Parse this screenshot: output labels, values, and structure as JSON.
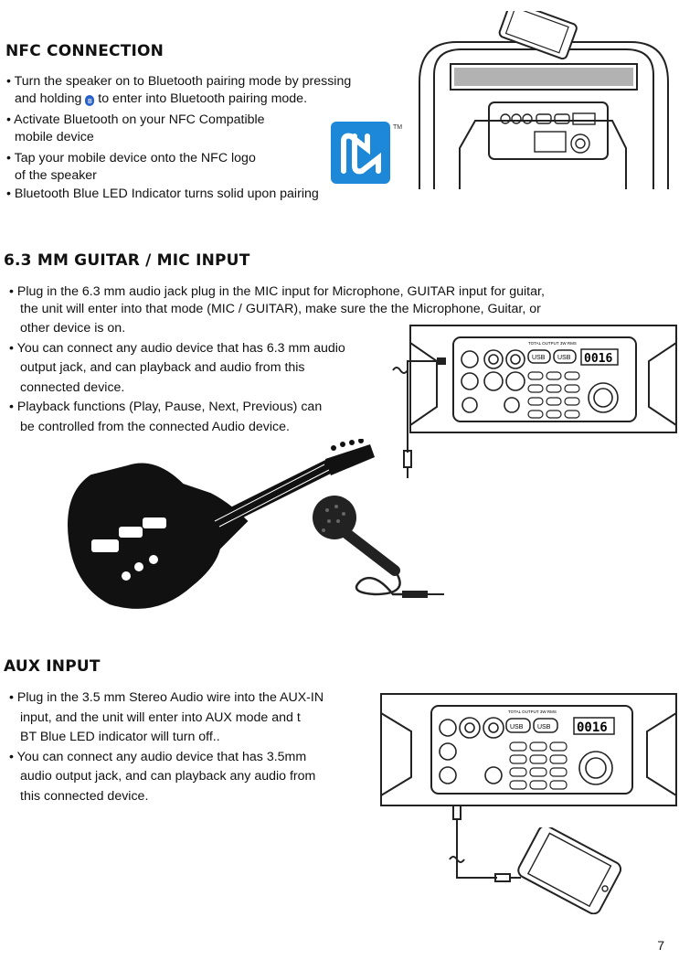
{
  "nfc": {
    "heading": "NFC CONNECTION",
    "b1a": "Turn the speaker on to Bluetooth pairing mode by pressing",
    "b1b": "and holding",
    "b1c": "to enter into Bluetooth pairing mode.",
    "b2a": "Activate Bluetooth on your NFC Compatible",
    "b2b": "mobile device",
    "b3a": "Tap your mobile device onto the NFC logo",
    "b3b": "of the speaker",
    "b4": "Bluetooth Blue LED Indicator turns solid upon pairing",
    "tm": "TM"
  },
  "guitar": {
    "heading": "6.3 MM GUITAR / MIC INPUT",
    "l1": "Plug in the 6.3 mm audio jack plug in the MIC input for Microphone, GUITAR  input for guitar,",
    "l2": "the unit will enter into that mode (MIC / GUITAR), make sure the the Microphone, Guitar, or",
    "l3": "other device is on.",
    "l4": "You can connect any audio device that has 6.3 mm audio",
    "l5": "output jack, and can playback and audio from this",
    "l6": "connected device.",
    "l7": "Playback functions (Play, Pause, Next, Previous) can",
    "l8": "be controlled from the connected Audio device."
  },
  "aux": {
    "heading": "AUX INPUT",
    "l1": "Plug in the 3.5 mm Stereo Audio wire into the AUX-IN",
    "l2": "input, and the unit will enter into AUX mode and t",
    "l3": "BT Blue LED indicator will turn off..",
    "l4": "You can connect any audio device that has 3.5mm",
    "l5": "audio output jack, and can playback any audio from",
    "l6": "this connected device."
  },
  "panel": {
    "usb1": "USB",
    "usb2": "USB",
    "display": "0016",
    "output": "TOTAL OUTPUT 3W RMS"
  },
  "page_number": "7"
}
